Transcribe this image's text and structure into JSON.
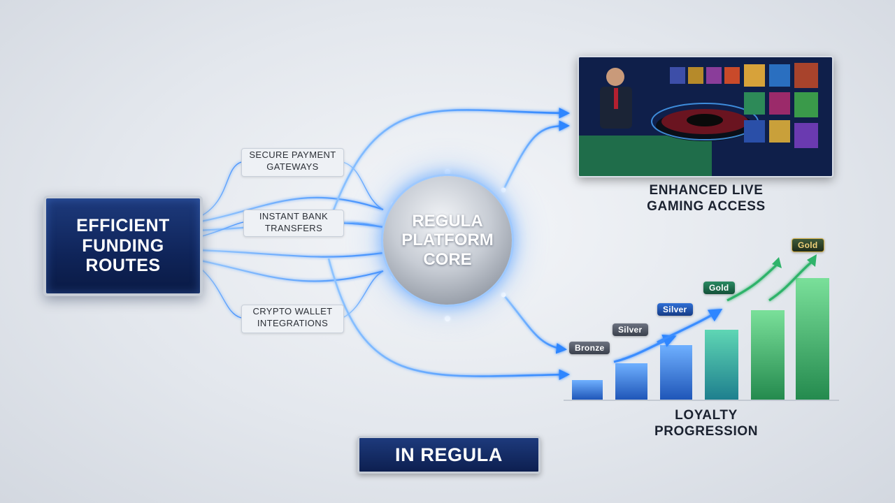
{
  "source_box": {
    "label": "EFFICIENT\nFUNDING\nROUTES"
  },
  "methods": [
    {
      "label": "SECURE PAYMENT\nGATEWAYS"
    },
    {
      "label": "INSTANT BANK\nTRANSFERS"
    },
    {
      "label": "CRYPTO WALLET\nINTEGRATIONS"
    }
  ],
  "core": {
    "label": "REGULA\nPLATFORM\nCORE"
  },
  "outputs": {
    "live_gaming": {
      "label": "ENHANCED LIVE\nGAMING ACCESS"
    },
    "loyalty": {
      "label": "LOYALTY\nPROGRESSION"
    }
  },
  "tiers": [
    "Bronze",
    "Silver",
    "Silver",
    "Gold",
    "Gold"
  ],
  "footer": {
    "label": "IN REGULA"
  },
  "colors": {
    "navy": "#0f2459",
    "flow_blue": "#3a8dff",
    "tier_blue": "#2d66c8",
    "tier_green": "#2f9a5a",
    "gold": "#d8b24a"
  }
}
